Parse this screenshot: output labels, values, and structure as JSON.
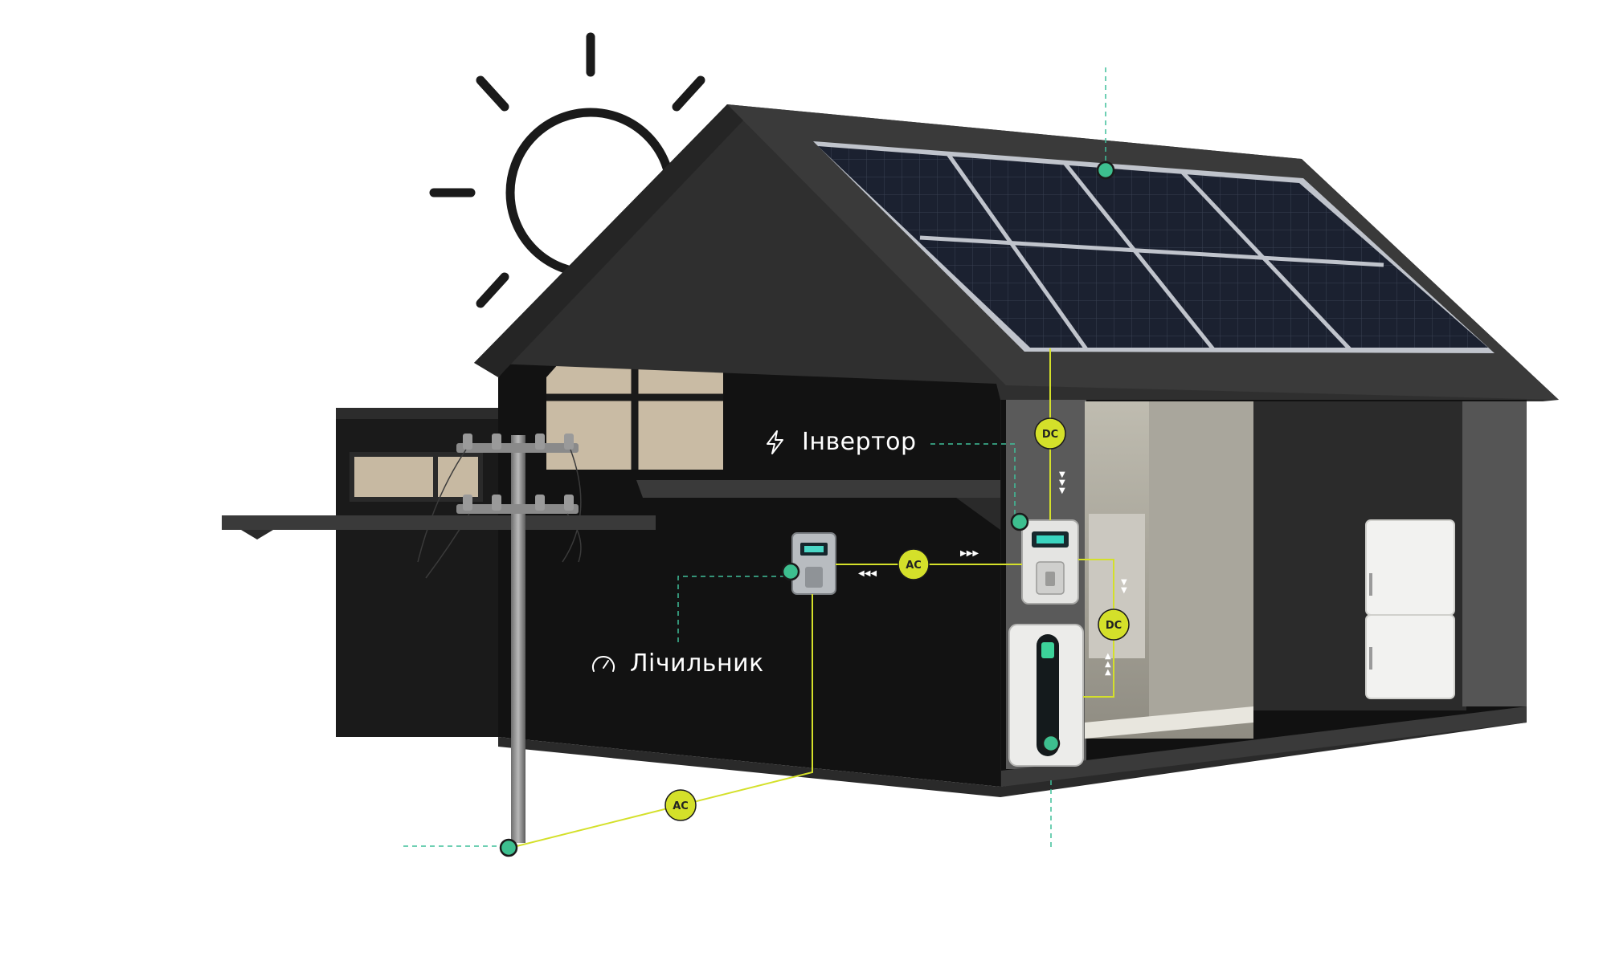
{
  "labels": {
    "inverter": "Інвертор",
    "meter": "Лічильник"
  },
  "badges": {
    "dc_panels": "DC",
    "dc_battery": "DC",
    "ac_meter_inverter": "AC",
    "ac_grid_meter": "AC"
  },
  "icons": {
    "inverter": "lightning-icon",
    "meter": "gauge-icon",
    "sun": "sun-icon"
  },
  "colors": {
    "connector_line": "#d4e02a",
    "leader_line": "#3fbf9a",
    "node": "#3dbf8f",
    "house_wall": "#141414",
    "roof": "#2e2e2e",
    "panel": "#1d2230",
    "label_text": "#ffffff"
  }
}
